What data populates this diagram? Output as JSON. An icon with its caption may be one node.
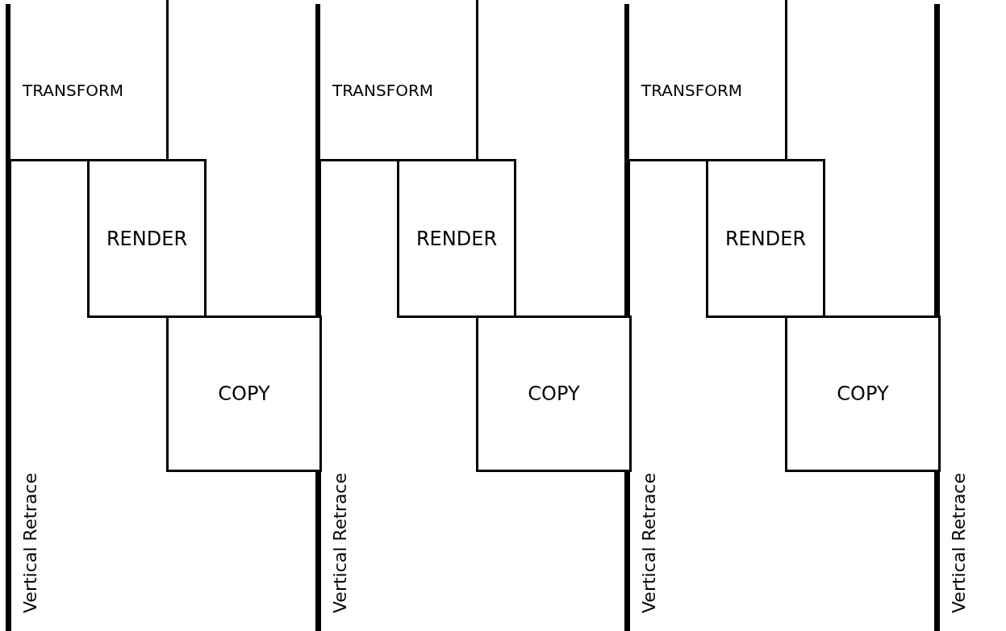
{
  "diagram": {
    "nodes": [
      {
        "text": [
          "TRANSFORM"
        ]
      },
      {
        "text": [
          "RENDER"
        ]
      },
      {
        "text": [
          "COPY"
        ]
      },
      {
        "text": [
          "TRANSFORM"
        ]
      },
      {
        "text": [
          "RENDER"
        ]
      },
      {
        "text": [
          "COPY"
        ]
      },
      {
        "text": [
          "TRANSFORM"
        ]
      },
      {
        "text": [
          "RENDER"
        ]
      },
      {
        "text": [
          "COPY"
        ]
      }
    ],
    "labels": [
      "Vertical Retrace",
      "Vertical Retrace",
      "Vertical Retrace",
      "Vertical Retrace"
    ]
  }
}
